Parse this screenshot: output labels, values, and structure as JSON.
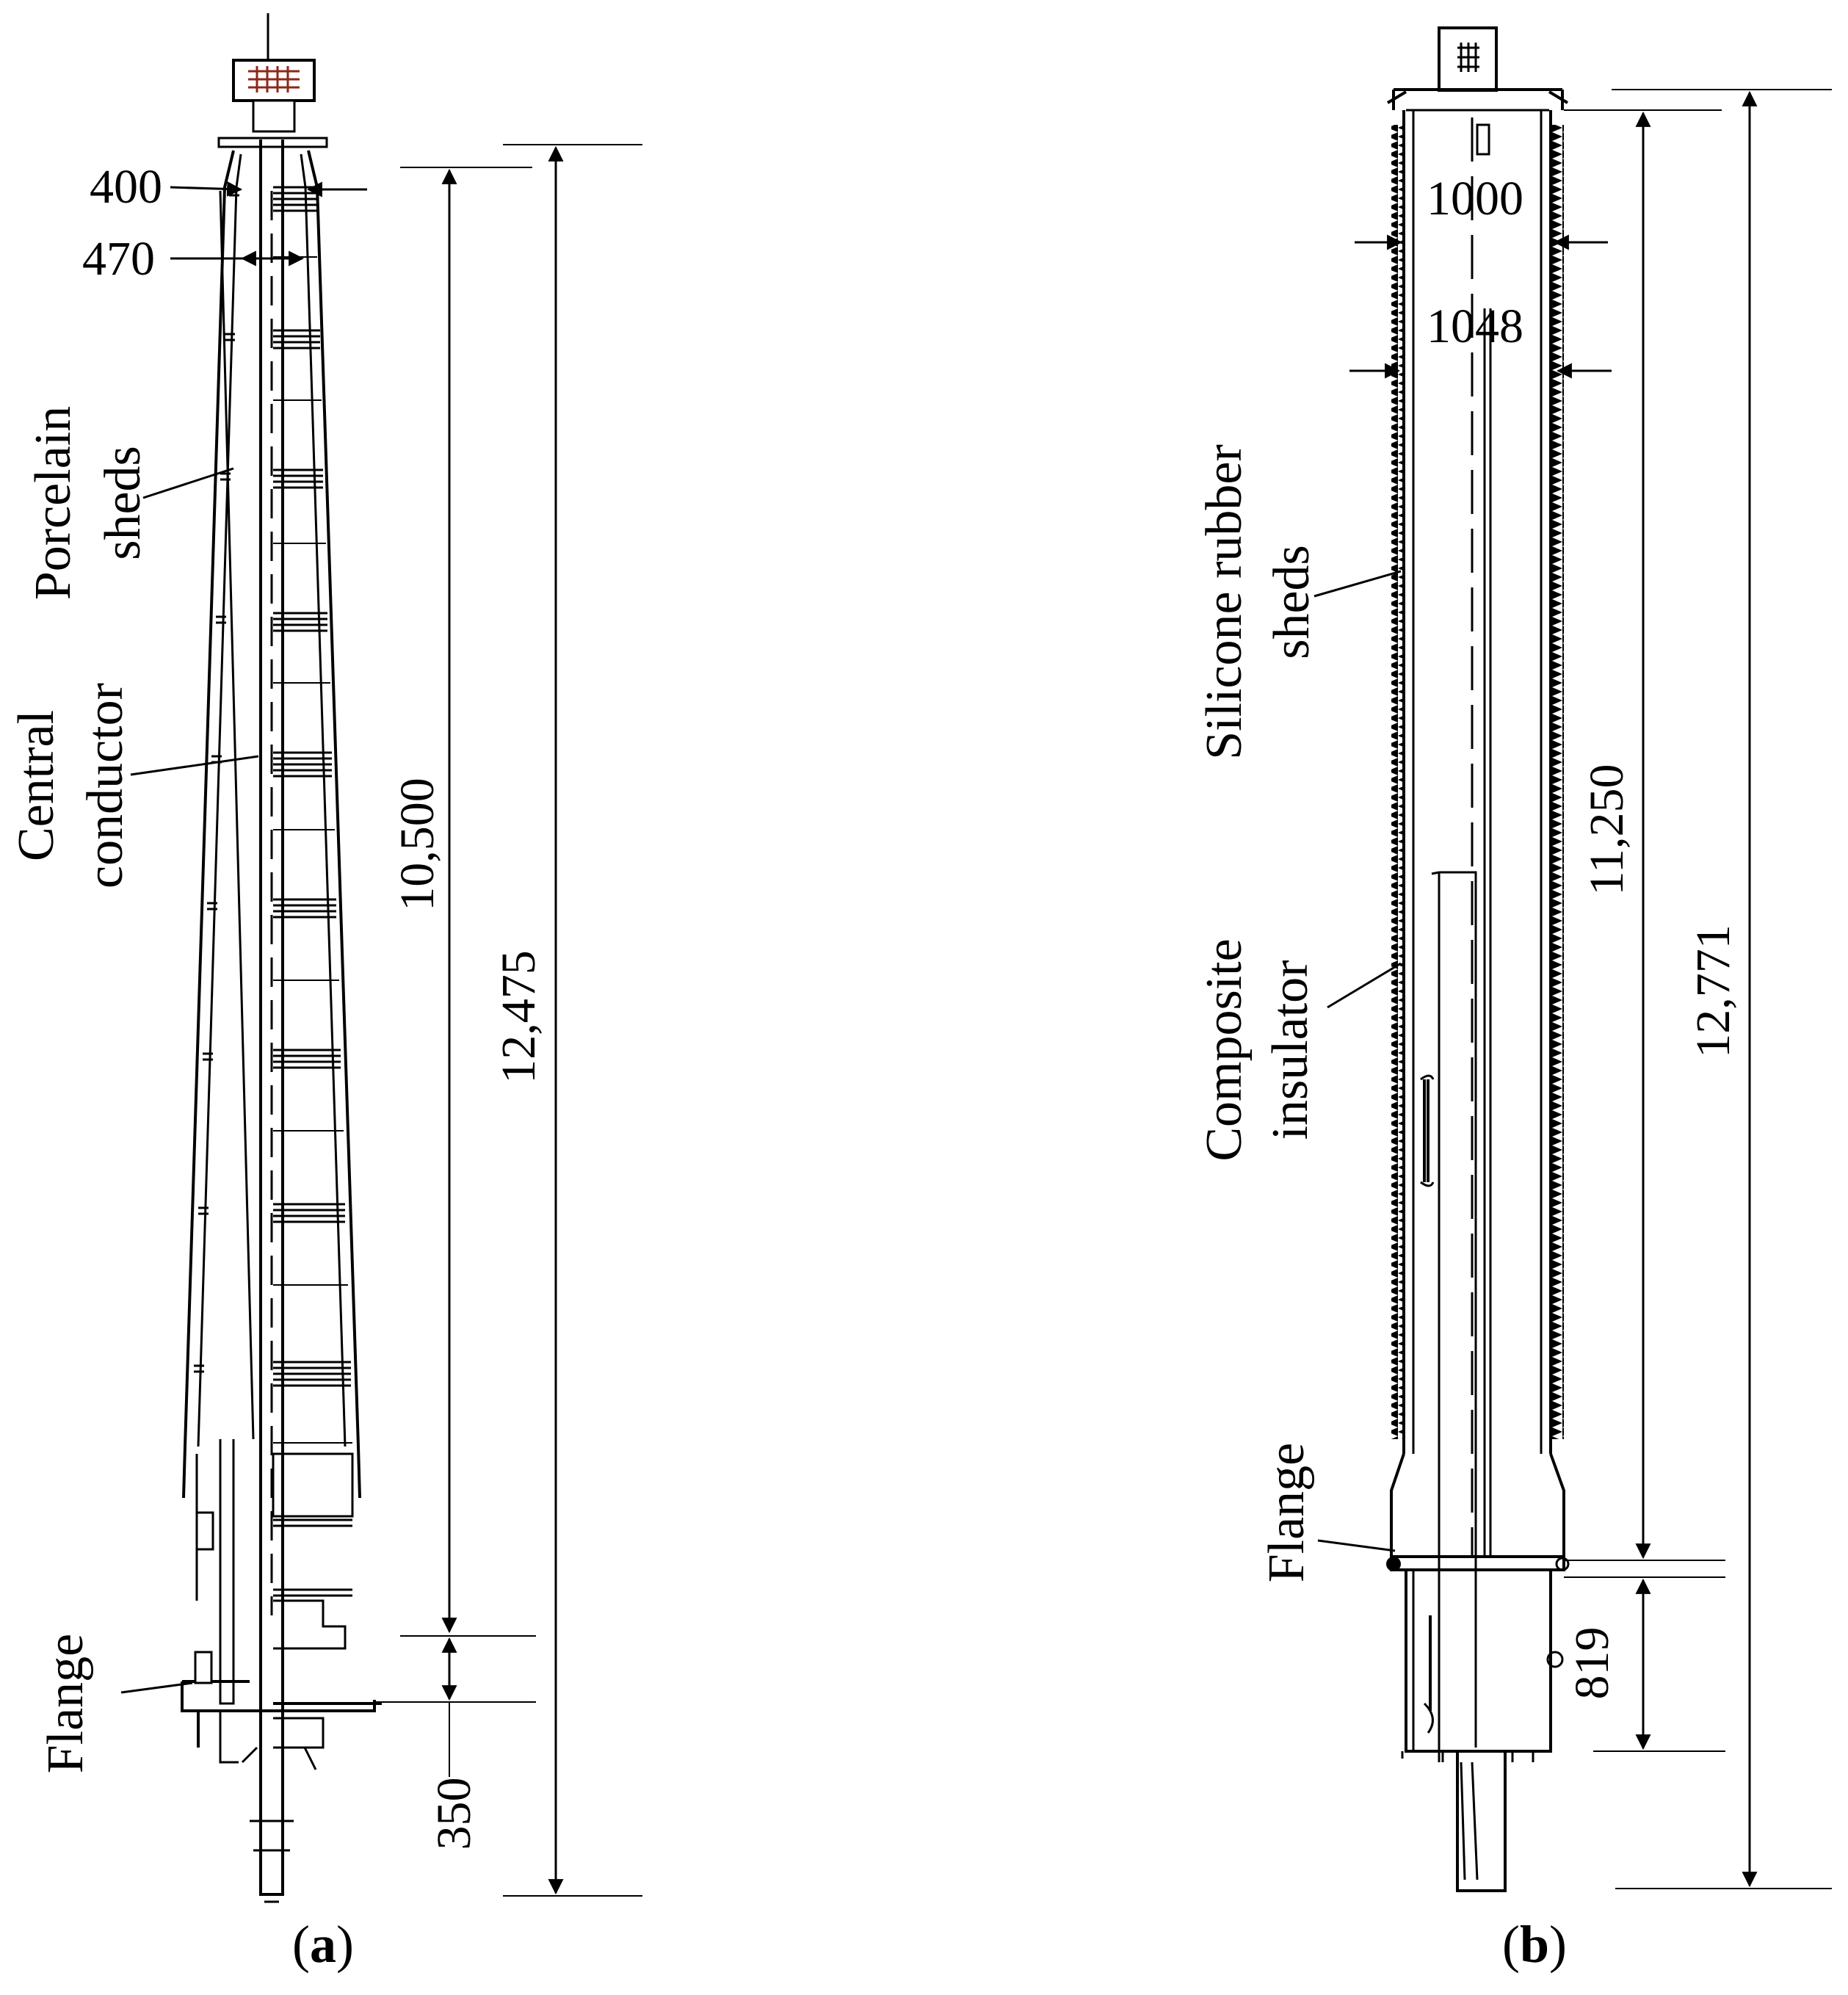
{
  "panel_a": {
    "dimensions": {
      "top_diameter": "400",
      "bottom_diameter": "470",
      "insulated_length": "10,500",
      "total_length": "12,475",
      "lower_length": "350"
    },
    "labels": {
      "sheds_line1": "Porcelain",
      "sheds_line2": "sheds",
      "conductor_line1": "Central",
      "conductor_line2": "conductor",
      "flange": "Flange"
    },
    "caption": {
      "open": "(",
      "letter": "a",
      "close": ")"
    }
  },
  "panel_b": {
    "dimensions": {
      "top_diameter": "1000",
      "outer_diameter": "1048",
      "insulated_length": "11,250",
      "total_length": "12,771",
      "lower_length": "819"
    },
    "labels": {
      "sheds_line1": "Silicone rubber",
      "sheds_line2": "sheds",
      "insulator_line1": "Composite",
      "insulator_line2": "insulator",
      "flange": "Flange"
    },
    "caption": {
      "open": "(",
      "letter": "b",
      "close": ")"
    }
  }
}
